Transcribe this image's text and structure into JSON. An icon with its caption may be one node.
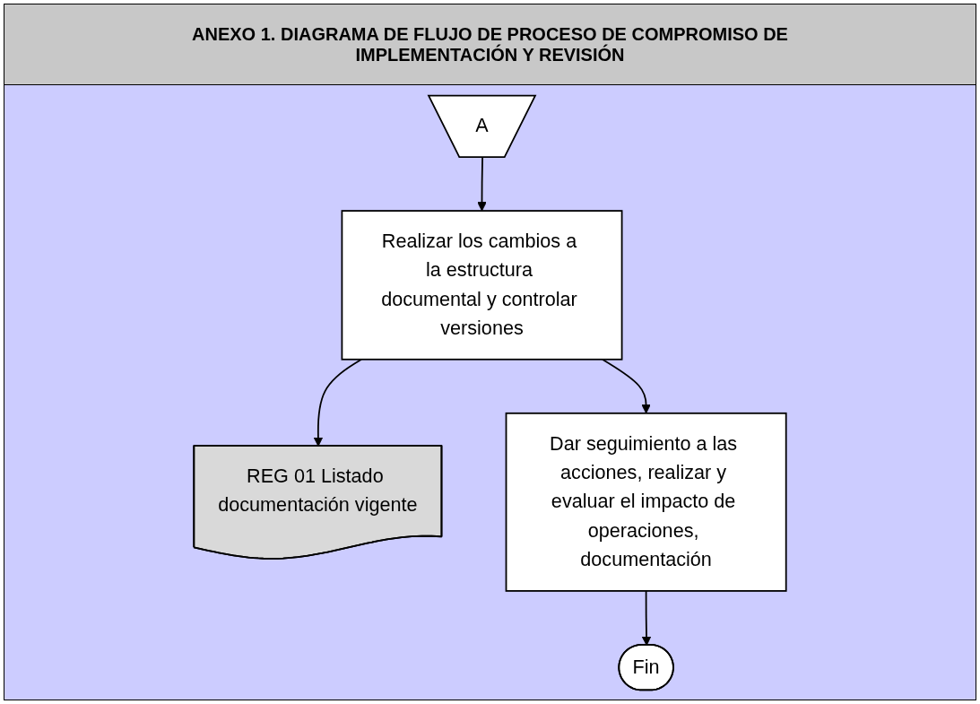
{
  "diagram": {
    "title": "ANEXO 1. DIAGRAMA DE FLUJO DE PROCESO DE COMPROMISO DE IMPLEMENTACIÓN Y REVISIÓN",
    "nodes": [
      {
        "text": [
          "A"
        ]
      },
      {
        "text": [
          "Realizar los cambios a la estructura documental y controlar versiones"
        ]
      },
      {
        "text": [
          "REG 01 Listado documentación vigente"
        ]
      },
      {
        "text": [
          "Dar seguimiento a las acciones, realizar y evaluar el impacto de operaciones, documentación"
        ]
      },
      {
        "text": [
          "Fin"
        ]
      }
    ],
    "edges": [
      {
        "from": 0,
        "to": 1,
        "arrow": "to"
      },
      {
        "from": 1,
        "to": 2,
        "arrow": "to"
      },
      {
        "from": 1,
        "to": 3,
        "arrow": "to"
      },
      {
        "from": 3,
        "to": 4,
        "arrow": "to"
      }
    ]
  }
}
